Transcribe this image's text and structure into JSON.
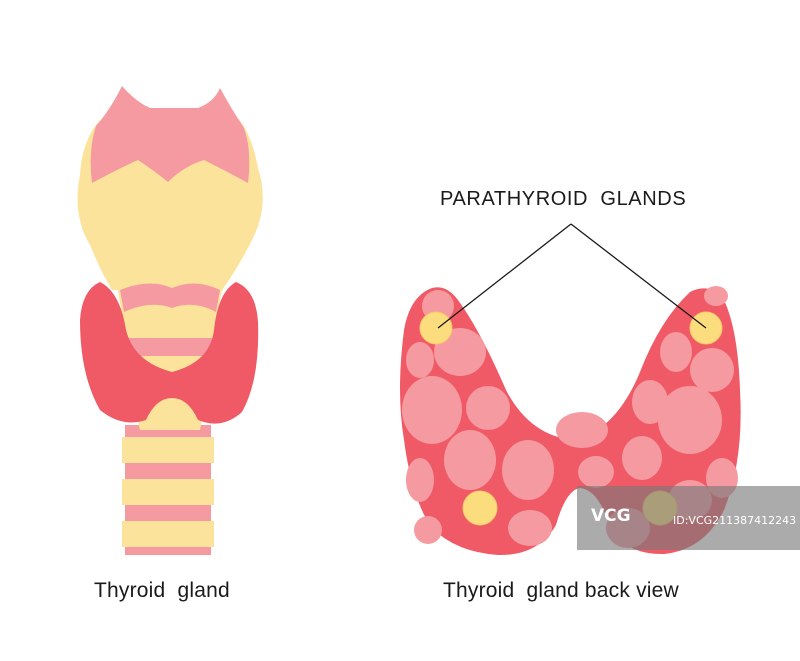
{
  "captions": {
    "left": "Thyroid  gland",
    "right": "Thyroid  gland back view",
    "parathyroid": "PARATHYROID  GLANDS"
  },
  "watermark": {
    "logo": "VCG",
    "id": "ID:VCG211387412243"
  },
  "colors": {
    "pink": "#f59aa0",
    "cartilage": "#fbe39b",
    "thyroid": "#f05a66",
    "gland_yellow": "#fbdd7e",
    "line": "#1a1a1a"
  }
}
